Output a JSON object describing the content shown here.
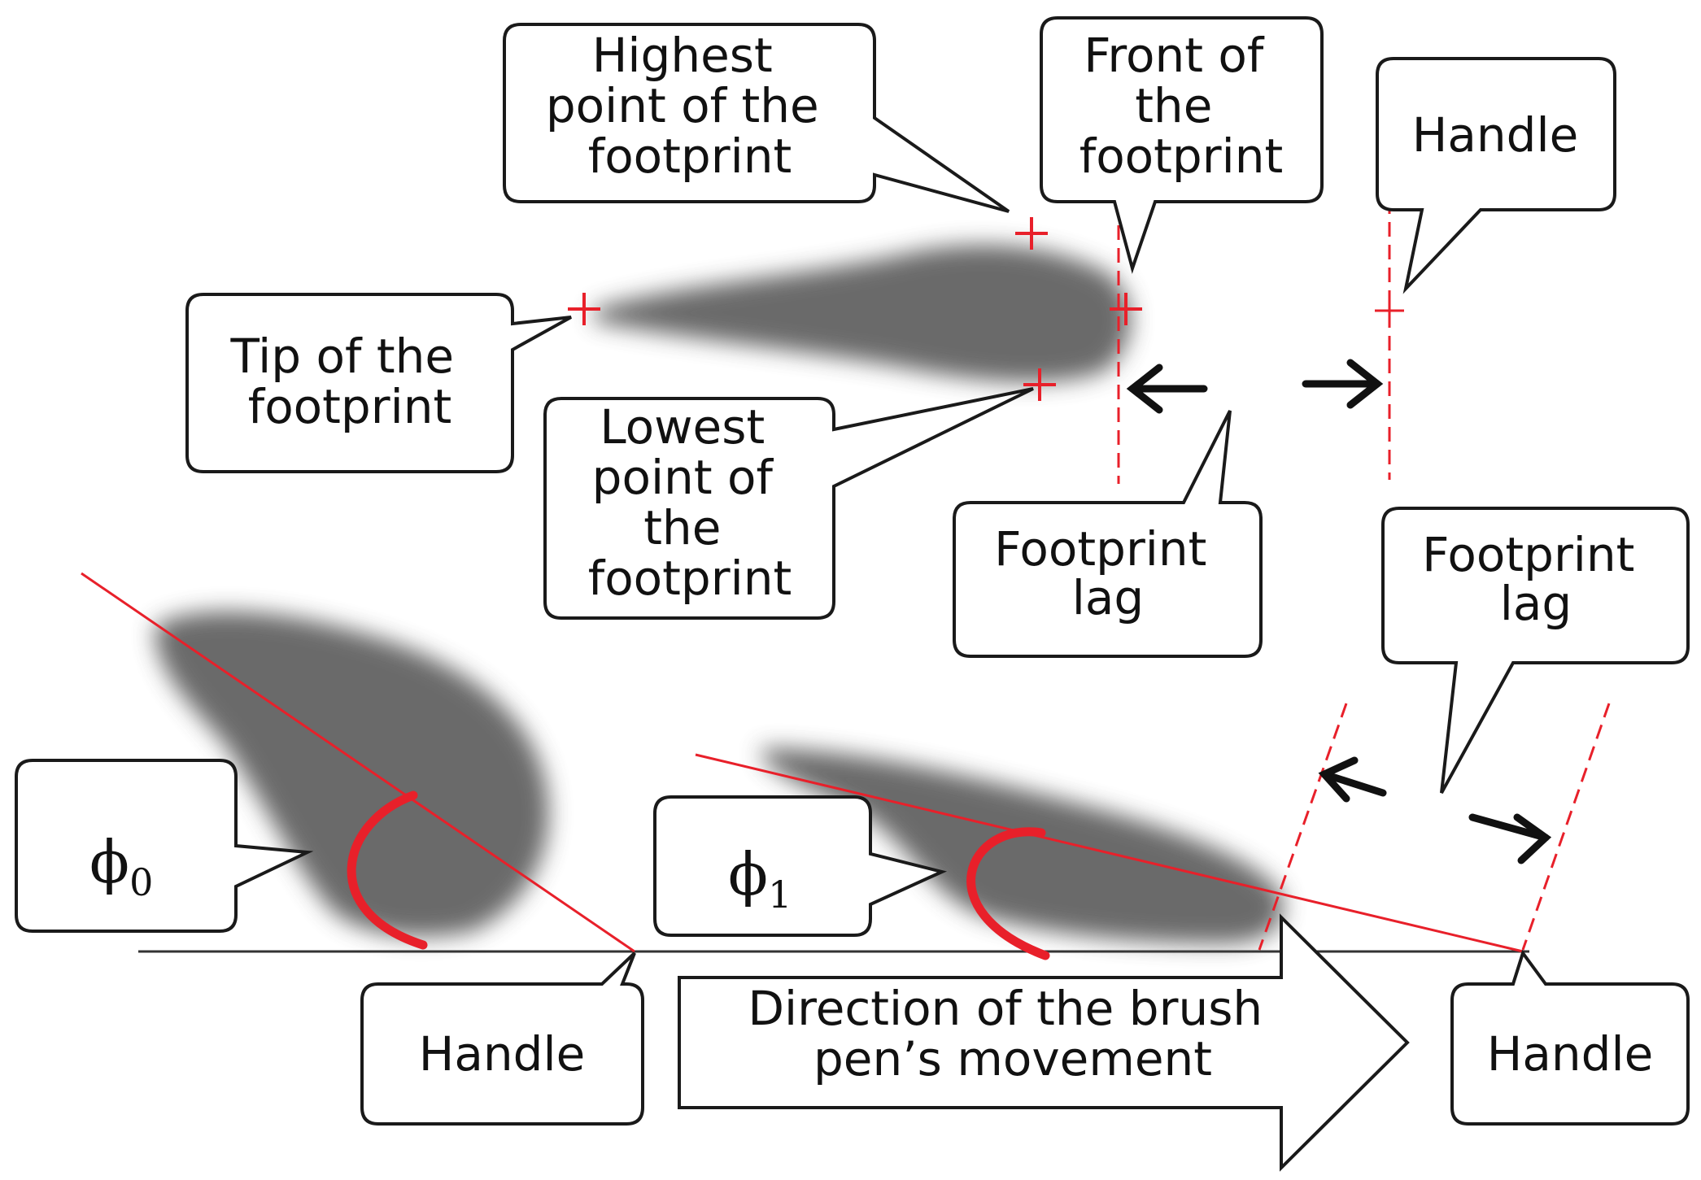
{
  "labels": {
    "highest_point": [
      "Highest",
      "point of the",
      "footprint"
    ],
    "front": [
      "Front of",
      "the",
      "footprint"
    ],
    "handle_top": [
      "Handle"
    ],
    "tip": [
      "Tip of the",
      "footprint"
    ],
    "lowest_point": [
      "Lowest",
      "point of",
      "the",
      "footprint"
    ],
    "lag_top": [
      "Footprint",
      "lag"
    ],
    "lag_bottom": [
      "Footprint",
      "lag"
    ],
    "handle_left": [
      "Handle"
    ],
    "handle_right": [
      "Handle"
    ],
    "direction": [
      "Direction of the brush",
      "pen’s movement"
    ]
  },
  "angles": {
    "phi0": {
      "symbol": "ϕ",
      "sub": "0"
    },
    "phi1": {
      "symbol": "ϕ",
      "sub": "1"
    }
  },
  "colors": {
    "footprint": "#5a5a5a",
    "marker": "#e8202a",
    "outline": "#1a1a1a"
  }
}
